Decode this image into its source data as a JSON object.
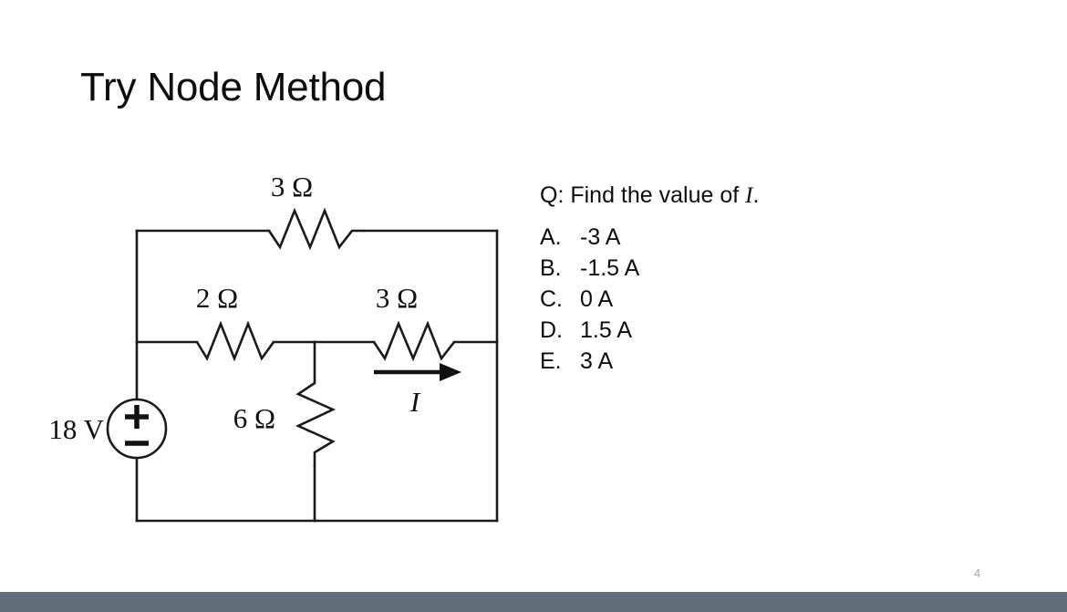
{
  "slide": {
    "title": "Try Node Method",
    "page_number": "4",
    "background_color": "#ffffff",
    "footer_bar_color": "#616e7a",
    "title_color": "#0d0d0d"
  },
  "circuit": {
    "source": {
      "label": "18 V",
      "plus_sign": "+",
      "minus_sign": "−"
    },
    "resistors": {
      "top": "3 Ω",
      "middle_left": "2 Ω",
      "middle_right": "3 Ω",
      "vertical": "6 Ω"
    },
    "current_label": "I",
    "wire_color": "#1a1a1a"
  },
  "question": {
    "prompt_prefix": "Q: Find the value of ",
    "prompt_variable": "I",
    "prompt_suffix": ".",
    "options": [
      {
        "key": "A.",
        "text": "-3 A"
      },
      {
        "key": "B.",
        "text": "-1.5 A"
      },
      {
        "key": "C.",
        "text": "0 A"
      },
      {
        "key": "D.",
        "text": "1.5 A"
      },
      {
        "key": "E.",
        "text": "3 A"
      }
    ]
  }
}
